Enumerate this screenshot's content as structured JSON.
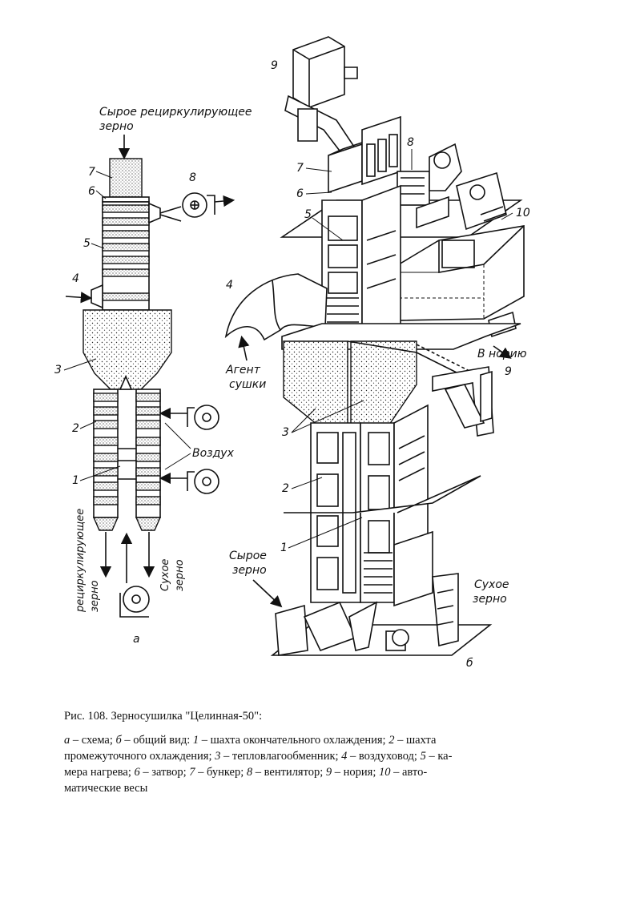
{
  "diagram_a": {
    "top_label_1": "Сырое рециркулирующее",
    "top_label_2": "зерно",
    "n7": "7",
    "n6": "6",
    "n8": "8",
    "n5": "5",
    "n4": "4",
    "n3": "3",
    "n2": "2",
    "n1": "1",
    "air_label": "Воздух",
    "left_out_1": "рециркулирующее",
    "left_out_2": "зерно",
    "right_out_1": "Сухое",
    "right_out_2": "зерно",
    "sub_label": "а"
  },
  "diagram_b": {
    "n9_top": "9",
    "n7": "7",
    "n8": "8",
    "n6": "6",
    "n10": "10",
    "n5": "5",
    "n4": "4",
    "agent_1": "Агент",
    "agent_2": "сушки",
    "to_noria_1": "В норию",
    "to_noria_2": "9",
    "n3": "3",
    "n2": "2",
    "n1": "1",
    "raw_1": "Сырое",
    "raw_2": "зерно",
    "dry_1": "Сухое",
    "dry_2": "зерно",
    "sub_label": "б"
  },
  "caption": {
    "title": "Рис. 108. Зерносушилка \"Целинная-50\":",
    "l1_a": "а",
    "l1_a_txt": " – схема; ",
    "l1_b": "б",
    "l1_b_txt": " – общий вид: ",
    "l1_1": "1",
    "l1_1_txt": " – шахта окончательного охлаждения;  ",
    "l1_2": "2",
    "l1_2_txt": " – шахта",
    "l2_txt1": "промежуточного охлаждения; ",
    "l2_3": "3",
    "l2_3_txt": " – тепловлагообменник; ",
    "l2_4": "4",
    "l2_4_txt": " – воздуховод; ",
    "l2_5": "5",
    "l2_5_txt": " – ка-",
    "l3_txt1": "мера нагрева; ",
    "l3_6": "6",
    "l3_6_txt": " – затвор; ",
    "l3_7": "7",
    "l3_7_txt": " – бункер; ",
    "l3_8": "8",
    "l3_8_txt": " – вентилятор;  ",
    "l3_9": "9",
    "l3_9_txt": " – нория;  ",
    "l3_10": "10",
    "l3_10_txt": " – авто-",
    "l4_txt": "матические весы"
  }
}
